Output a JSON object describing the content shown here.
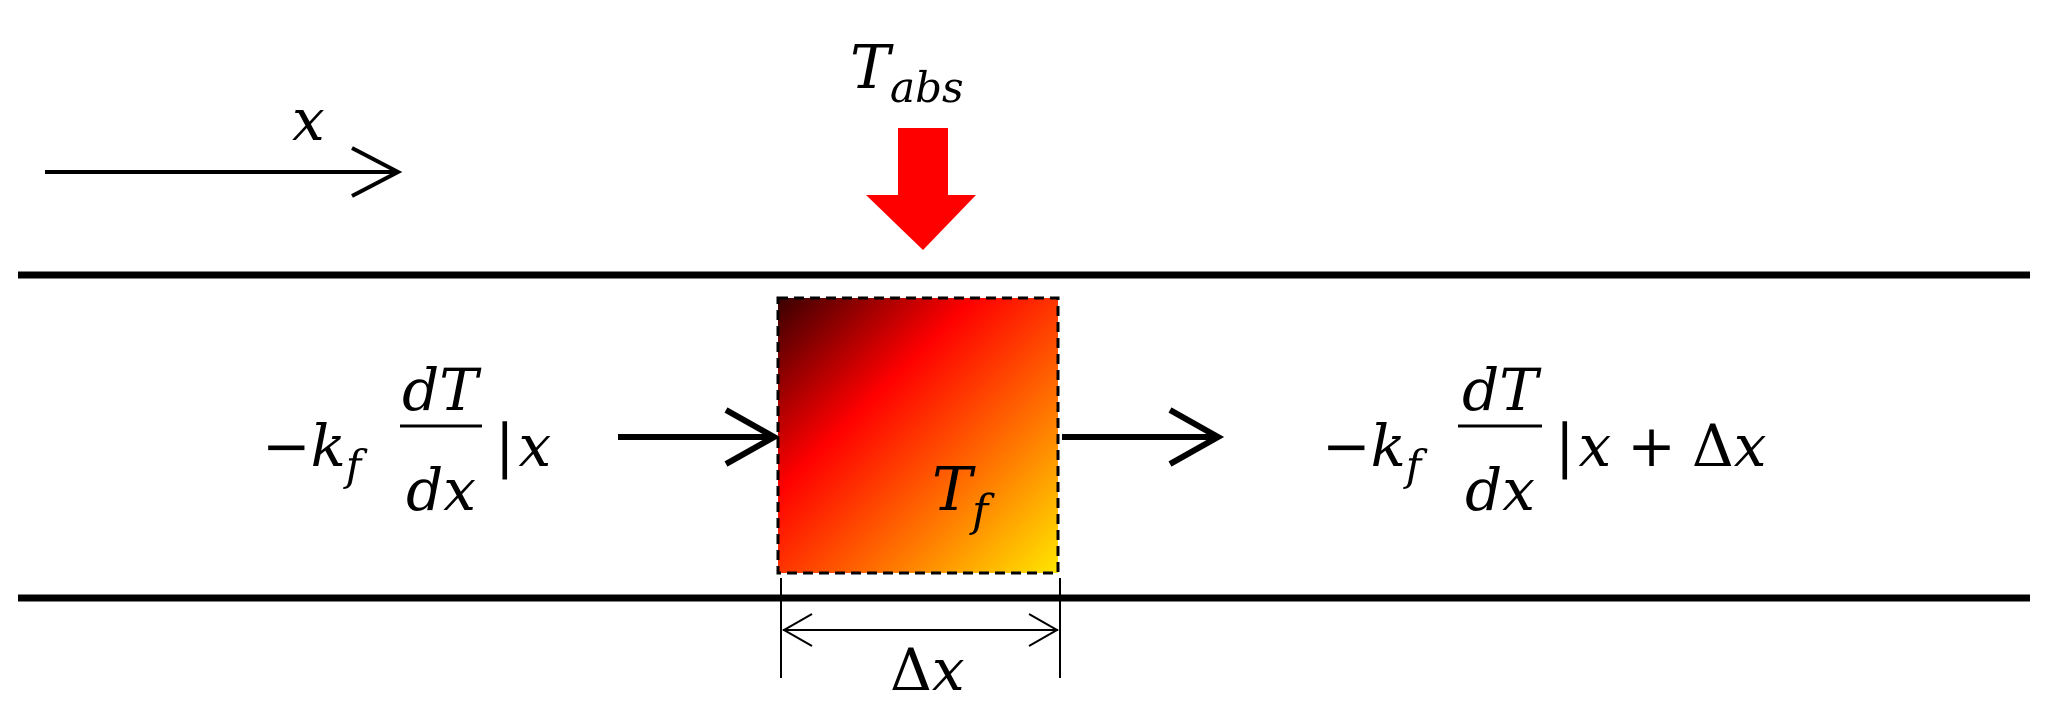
{
  "labels": {
    "x_axis": "x",
    "heat_input_T": "T",
    "heat_input_sub": "abs",
    "element_T": "T",
    "element_sub": "f",
    "width_delta": "Δ",
    "width_var": "x"
  },
  "flux_in": {
    "minus": "−",
    "k": "k",
    "k_sub": "f",
    "numerator": "dT",
    "denominator": "dx",
    "bar": "|",
    "position": "x"
  },
  "flux_out": {
    "minus": "−",
    "k": "k",
    "k_sub": "f",
    "numerator": "dT",
    "denominator": "dx",
    "bar": "|",
    "position": "x",
    "plus": "+",
    "delta": "Δ",
    "delta_var": "x"
  },
  "colors": {
    "heat_arrow": "#ff0000",
    "gradient_dark": "#3a0000",
    "gradient_red": "#ff0000",
    "gradient_orange": "#ff7a00",
    "gradient_yellow": "#ffe600",
    "lines": "#000000"
  }
}
